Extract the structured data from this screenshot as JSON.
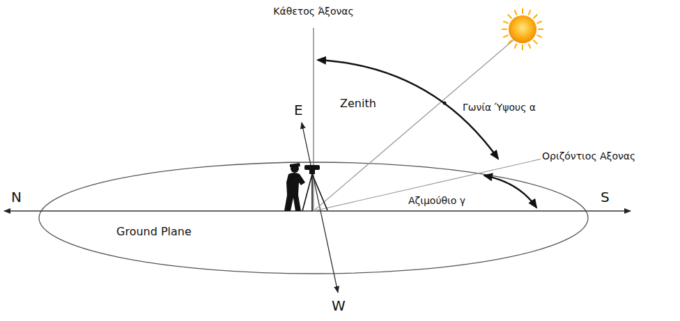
{
  "diagram": {
    "labels": [
      "Κάθετος Άξονας",
      "E",
      "Zenith",
      "Γωνία Ύψους α",
      "Οριζόντιος Αξονας",
      "N",
      "S",
      "Ground Plane",
      "Αζιμούθιο γ",
      "W"
    ]
  }
}
